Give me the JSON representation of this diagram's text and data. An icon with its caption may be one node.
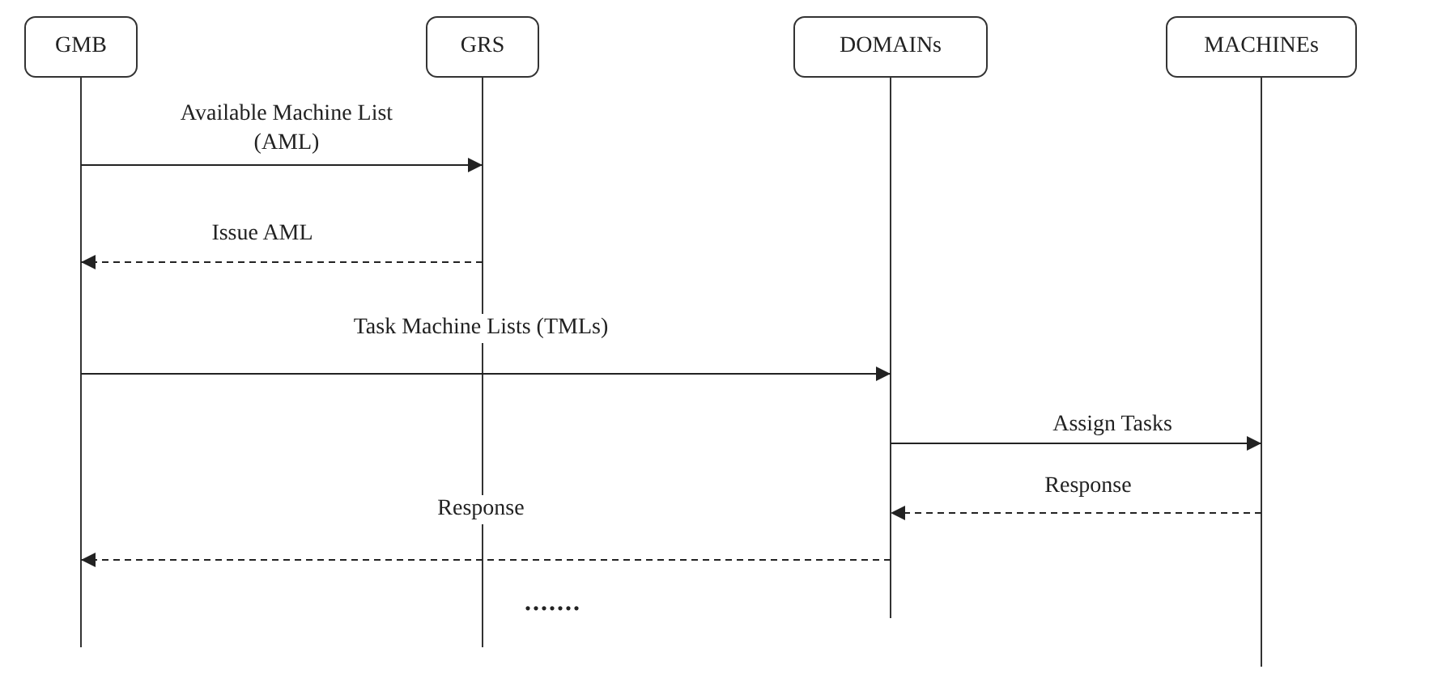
{
  "diagram": {
    "nodes": [
      {
        "text": [
          "GMB"
        ]
      },
      {
        "text": [
          "GRS"
        ]
      },
      {
        "text": [
          "DOMAINs"
        ]
      },
      {
        "text": [
          "MACHINEs"
        ]
      }
    ],
    "edges": [
      {
        "from": 0,
        "to": 1,
        "arrow": "to",
        "label": "Available Machine List (AML)"
      },
      {
        "from": 1,
        "to": 0,
        "arrow": "to",
        "style": "dashed",
        "label": "Issue AML"
      },
      {
        "from": 0,
        "to": 2,
        "arrow": "to",
        "label": "Task Machine Lists (TMLs)"
      },
      {
        "from": 2,
        "to": 3,
        "arrow": "to",
        "label": "Assign Tasks"
      },
      {
        "from": 3,
        "to": 2,
        "arrow": "to",
        "style": "dashed",
        "label": "Response"
      },
      {
        "from": 2,
        "to": 0,
        "arrow": "to",
        "style": "dashed",
        "label": "Response"
      }
    ],
    "labels": [
      "......."
    ]
  }
}
